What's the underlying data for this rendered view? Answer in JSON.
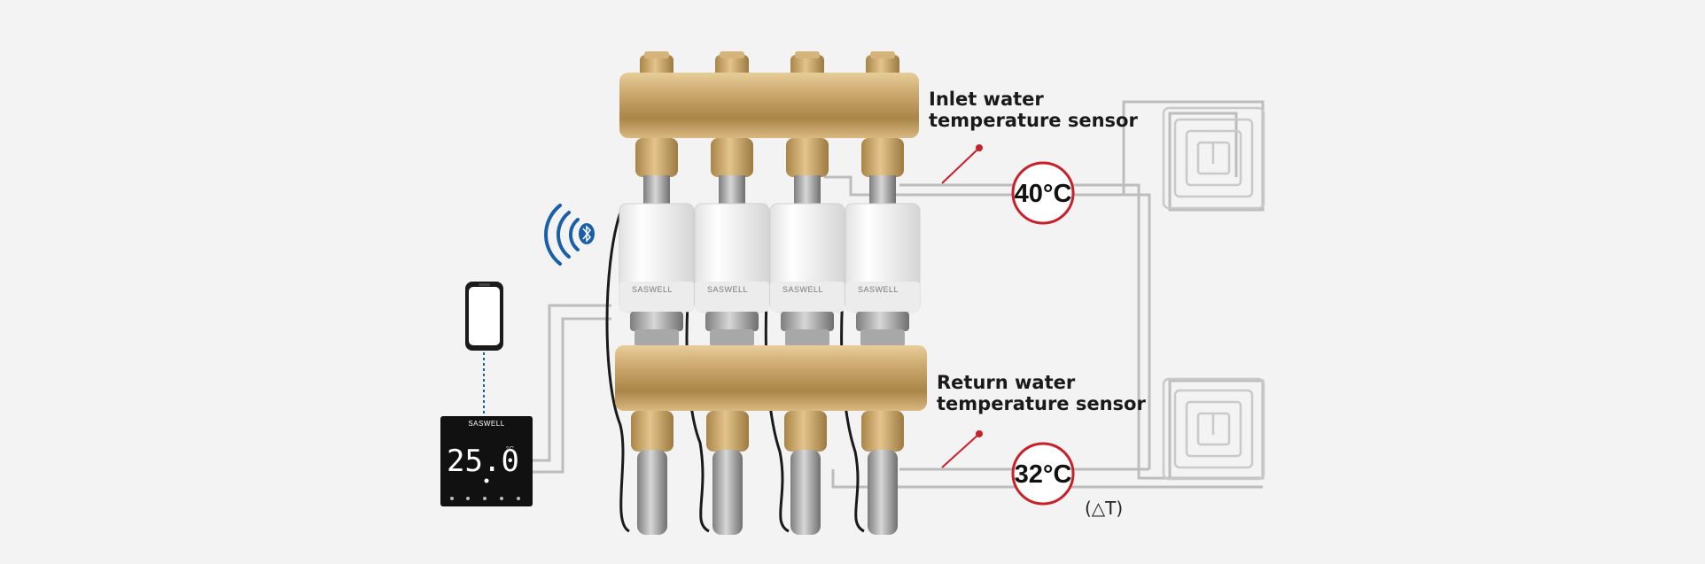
{
  "labels": {
    "inlet_line1": "Inlet water",
    "inlet_line2": "temperature sensor",
    "return_line1": "Return water",
    "return_line2": "temperature sensor",
    "inlet_temp": "40°C",
    "return_temp": "32°C",
    "delta": "(△T)"
  },
  "brand": "SASWELL",
  "thermostat": {
    "brand": "SASWELL",
    "temperature": "25.0",
    "unit": "°C"
  },
  "icons": [
    "wireless-signal-icon",
    "bluetooth-icon",
    "smartphone-icon",
    "thermostat-icon",
    "floor-heating-loop-icon"
  ],
  "colors": {
    "brass": "#c9a56b",
    "actuator": "#f4f4f4",
    "sensor_ring": "#c8202a",
    "pipe_line": "#bdbdbd",
    "bluetooth_blue": "#1b5fa8",
    "thermostat_bg": "#111111"
  }
}
